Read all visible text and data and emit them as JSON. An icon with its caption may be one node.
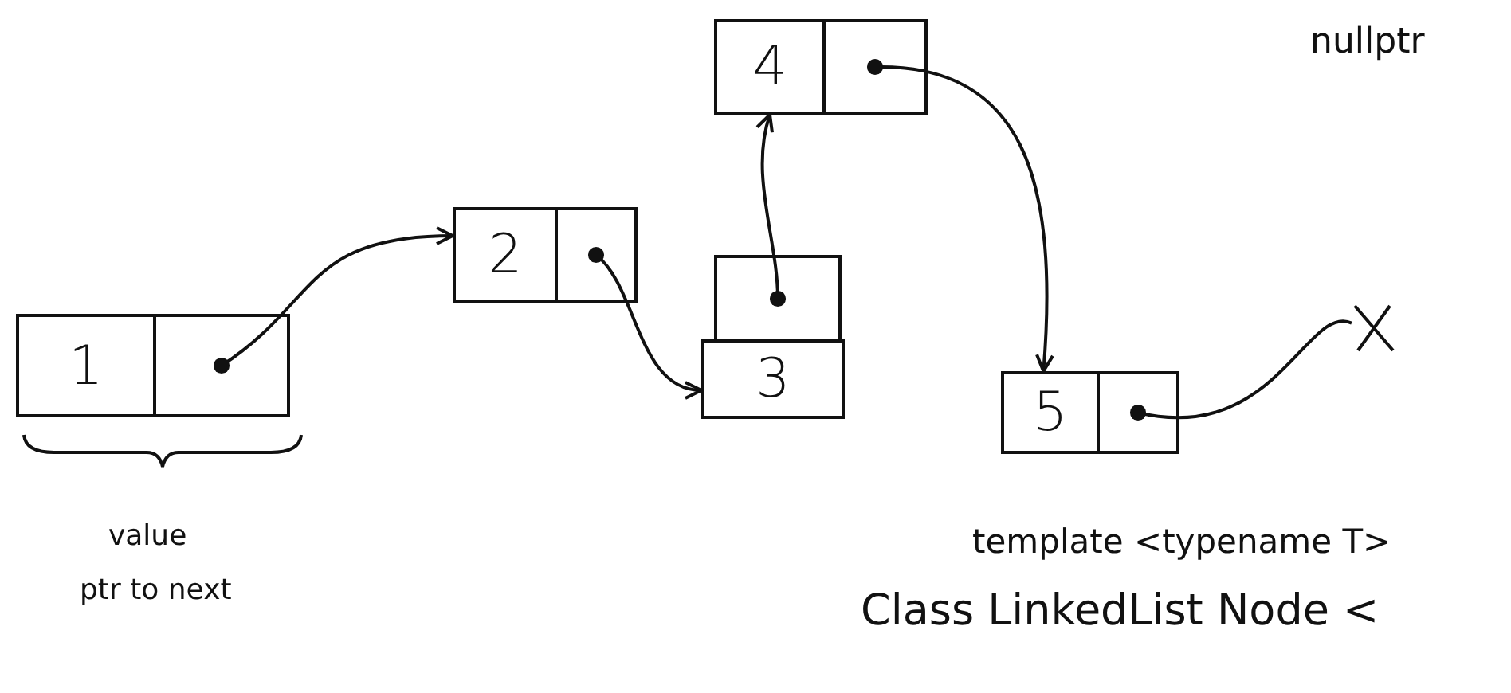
{
  "diagram": {
    "nodes": [
      {
        "text": [
          "1"
        ]
      },
      {
        "text": [],
        "shape": "box"
      },
      {
        "text": [
          "2"
        ]
      },
      {
        "text": [],
        "shape": "box"
      },
      {
        "text": [
          "3"
        ]
      },
      {
        "text": [],
        "shape": "box"
      },
      {
        "text": [
          "4"
        ]
      },
      {
        "text": [],
        "shape": "box"
      },
      {
        "text": [
          "5"
        ]
      },
      {
        "text": [],
        "shape": "box"
      },
      {
        "text": [],
        "shape": "cross"
      }
    ],
    "edges": [
      {
        "from": 1,
        "to": 2,
        "arrow": "to"
      },
      {
        "from": 3,
        "to": 4,
        "arrow": "to"
      },
      {
        "from": 5,
        "to": 6,
        "arrow": "to"
      },
      {
        "from": 7,
        "to": 8,
        "arrow": "to"
      },
      {
        "from": 9,
        "to": 10,
        "arrow": "other"
      }
    ],
    "labels": [
      "nullptr",
      "value",
      "ptr to next",
      "template <typename T>",
      "Class LinkedList Node <"
    ]
  }
}
